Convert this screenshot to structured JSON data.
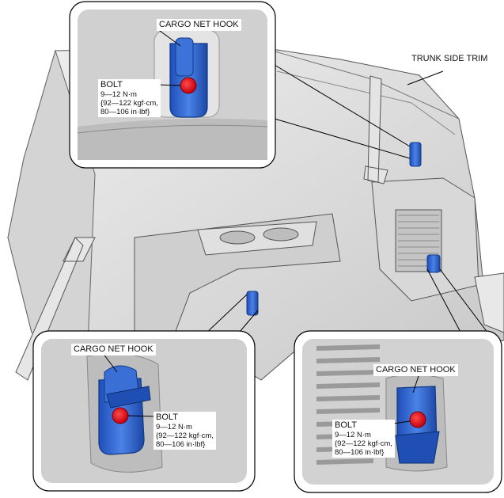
{
  "labels": {
    "trunk_side_trim": "TRUNK SIDE TRIM"
  },
  "callouts": [
    {
      "hook_label": "CARGO NET HOOK",
      "bolt_label": "BOLT",
      "torque_lines": [
        "9—12 N·m",
        "{92—122 kgf·cm,",
        "80—106 in·lbf}"
      ]
    },
    {
      "hook_label": "CARGO NET HOOK",
      "bolt_label": "BOLT",
      "torque_lines": [
        "9—12 N·m",
        "{92—122 kgf·cm,",
        "80—106 in·lbf}"
      ]
    },
    {
      "hook_label": "CARGO NET HOOK",
      "bolt_label": "BOLT",
      "torque_lines": [
        "9—12 N·m",
        "{92—122 kgf·cm,",
        "80—106 in·lbf}"
      ]
    }
  ],
  "colors": {
    "hook_blue": "#2f63c8",
    "bolt_red": "#e0101e",
    "trim_gray": "#d9d9d9"
  }
}
